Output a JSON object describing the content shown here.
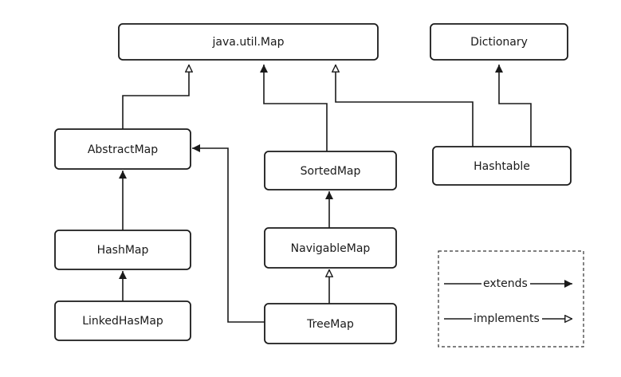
{
  "diagram": {
    "nodes": {
      "map": "java.util.Map",
      "dictionary": "Dictionary",
      "abstract_map": "AbstractMap",
      "sorted_map": "SortedMap",
      "hashtable": "Hashtable",
      "hash_map": "HashMap",
      "navigable_map": "NavigableMap",
      "linked_has_map": "LinkedHasMap",
      "tree_map": "TreeMap"
    },
    "legend": {
      "extends": "extends",
      "implements": "implements"
    }
  }
}
